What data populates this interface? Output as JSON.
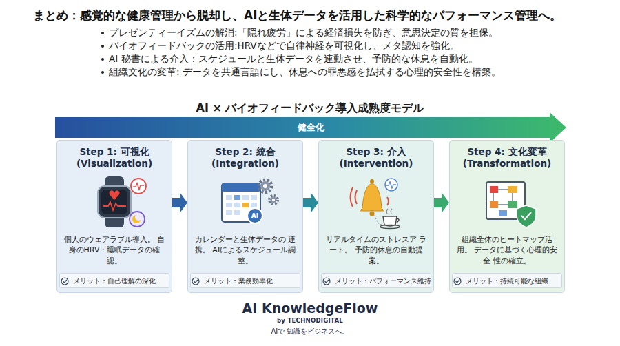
{
  "diagram": {
    "title": "まとめ：感覚的な健康管理から脱却し、AIと生体データを活用した科学的なパフォーマンス管理へ。",
    "nodes": [
      {
        "text": [
          "健全化"
        ]
      },
      {
        "text": [
          "Step 1: 可視化 (Visualization)",
          "個人のウェアラブル導入。 自身のHRV・睡眠データの確認。",
          "メリット：自己理解の深化"
        ]
      },
      {
        "text": [
          "Step 2: 統合 (Integration)",
          "カレンダーと生体データの 連携。 AIによるスケジュール調整。",
          "メリット：業務効率化"
        ]
      },
      {
        "text": [
          "Step 3: 介入 (Intervention)",
          "リアルタイムのストレスア ラート。 予防的休息の自動提案。",
          "メリット：パフォーマンス維持"
        ]
      },
      {
        "text": [
          "Step 4: 文化変革 (Transformation)",
          "組織全体のヒートマップ活用。 データに基づく心理的安全 性の確立。",
          "メリット：持続可能な組織"
        ]
      }
    ],
    "edges": [
      {
        "from": 1,
        "to": 2,
        "arrow": "to"
      },
      {
        "from": 2,
        "to": 3,
        "arrow": "to"
      },
      {
        "from": 3,
        "to": 4,
        "arrow": "to"
      }
    ],
    "labels": [
      "プレゼンティーイズムの解消:「隠れ疲労」による経済損失を防ぎ、意思決定の質を担保。",
      "バイオフィードバックの活用:HRVなどで自律神経を可視化し、メタ認知を強化。",
      "AI 秘書による介入：スケジュールと生体データを連動させ、予防的な休息を自動化。",
      "組織文化の変革: データを共通言語にし、休息への罪悪感を払拭する心理的安全性を構築。",
      "AI × バイオフィードバック導入成熟度モデル",
      "AI",
      "AI KnowledgeFlow",
      "by TECHNODIGITAL",
      "AIで 知識をビジネスへ。"
    ]
  }
}
